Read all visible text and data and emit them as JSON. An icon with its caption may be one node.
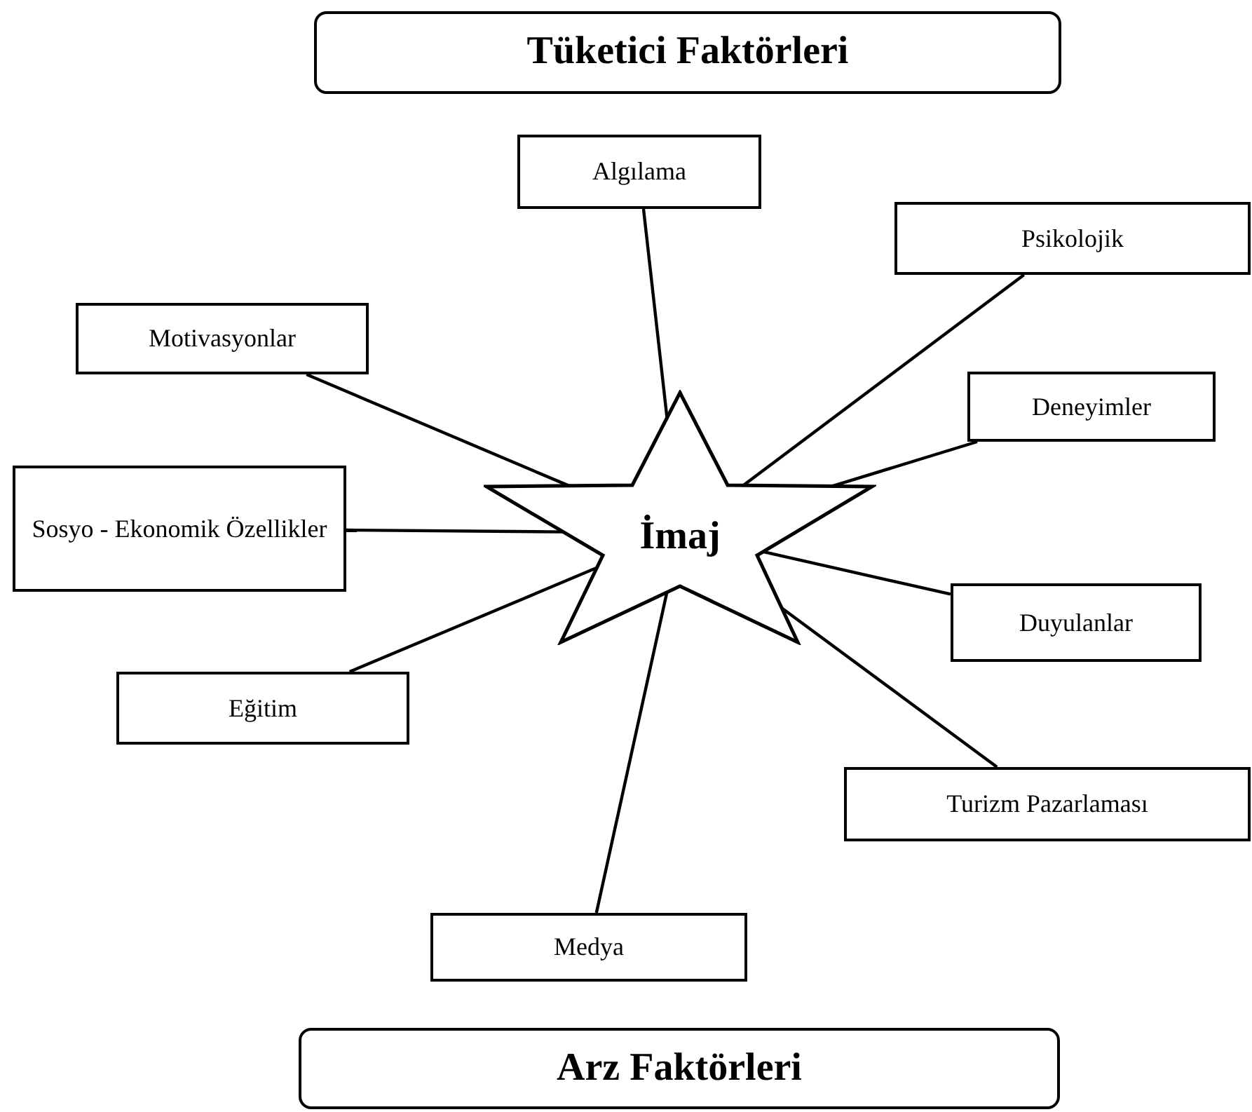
{
  "diagram": {
    "nodes": [
      {
        "text": [
          "Tüketici Faktörleri"
        ]
      },
      {
        "text": [
          "Algılama"
        ]
      },
      {
        "text": [
          "Psikolojik"
        ]
      },
      {
        "text": [
          "Motivasyonlar"
        ]
      },
      {
        "text": [
          "Deneyimler"
        ]
      },
      {
        "text": [
          "Sosyo - Ekonomik Özellikler"
        ]
      },
      {
        "text": [
          "İmaj"
        ]
      },
      {
        "text": [
          "Duyulanlar"
        ]
      },
      {
        "text": [
          "Eğitim"
        ]
      },
      {
        "text": [
          "Turizm Pazarlaması"
        ]
      },
      {
        "text": [
          "Medya"
        ]
      },
      {
        "text": [
          "Arz Faktörleri"
        ]
      }
    ],
    "edges": [
      {
        "from": 6,
        "to": 1,
        "arrow": "none"
      },
      {
        "from": 6,
        "to": 2,
        "arrow": "none"
      },
      {
        "from": 6,
        "to": 3,
        "arrow": "none"
      },
      {
        "from": 6,
        "to": 4,
        "arrow": "none"
      },
      {
        "from": 6,
        "to": 5,
        "arrow": "none"
      },
      {
        "from": 6,
        "to": 7,
        "arrow": "none"
      },
      {
        "from": 6,
        "to": 8,
        "arrow": "none"
      },
      {
        "from": 6,
        "to": 9,
        "arrow": "none"
      },
      {
        "from": 6,
        "to": 10,
        "arrow": "none"
      }
    ]
  }
}
